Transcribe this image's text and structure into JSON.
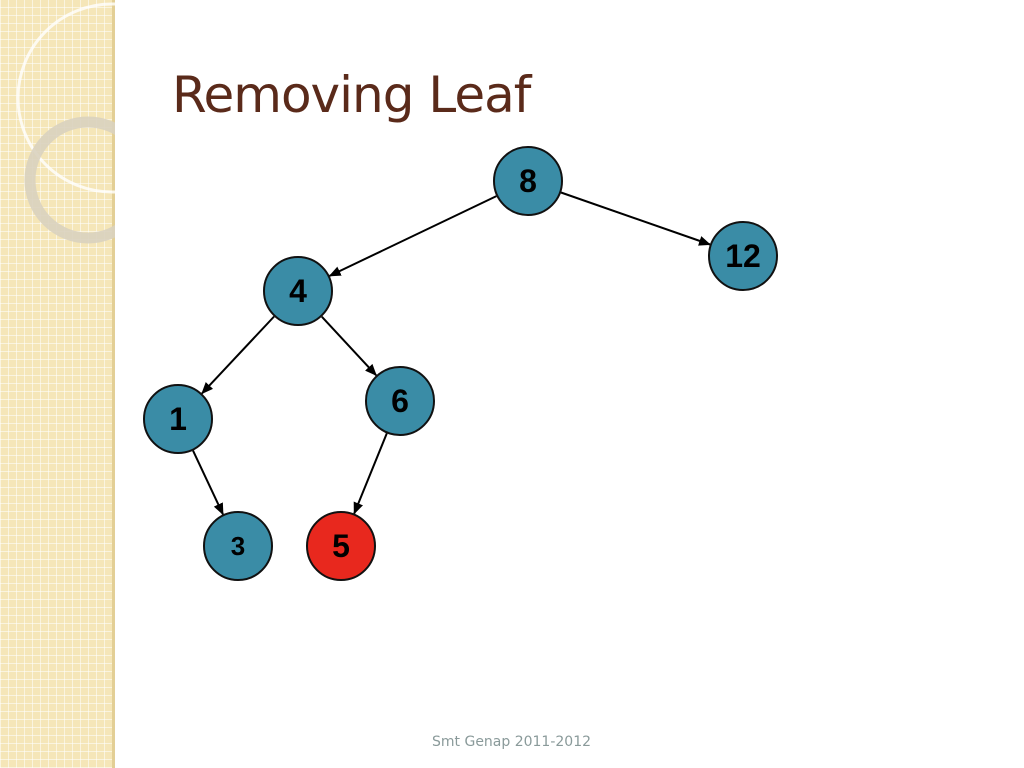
{
  "slide": {
    "title": "Removing Leaf",
    "footer": "Smt Genap 2011-2012"
  },
  "colors": {
    "node_fill": "#3a8ca6",
    "highlight_fill": "#e8281e",
    "node_stroke": "#111111",
    "edge": "#000000",
    "title": "#5a2a1a",
    "side_band": "#f5e6b8"
  },
  "tree": {
    "nodes": [
      {
        "id": "n8",
        "label": "8",
        "highlight": false
      },
      {
        "id": "n12",
        "label": "12",
        "highlight": false
      },
      {
        "id": "n4",
        "label": "4",
        "highlight": false
      },
      {
        "id": "n6",
        "label": "6",
        "highlight": false
      },
      {
        "id": "n1",
        "label": "1",
        "highlight": false
      },
      {
        "id": "n3",
        "label": "3",
        "highlight": false
      },
      {
        "id": "n5",
        "label": "5",
        "highlight": true
      }
    ],
    "edges": [
      {
        "from": "n8",
        "to": "n4"
      },
      {
        "from": "n8",
        "to": "n12"
      },
      {
        "from": "n4",
        "to": "n1"
      },
      {
        "from": "n4",
        "to": "n6"
      },
      {
        "from": "n1",
        "to": "n3"
      },
      {
        "from": "n6",
        "to": "n5"
      }
    ]
  }
}
